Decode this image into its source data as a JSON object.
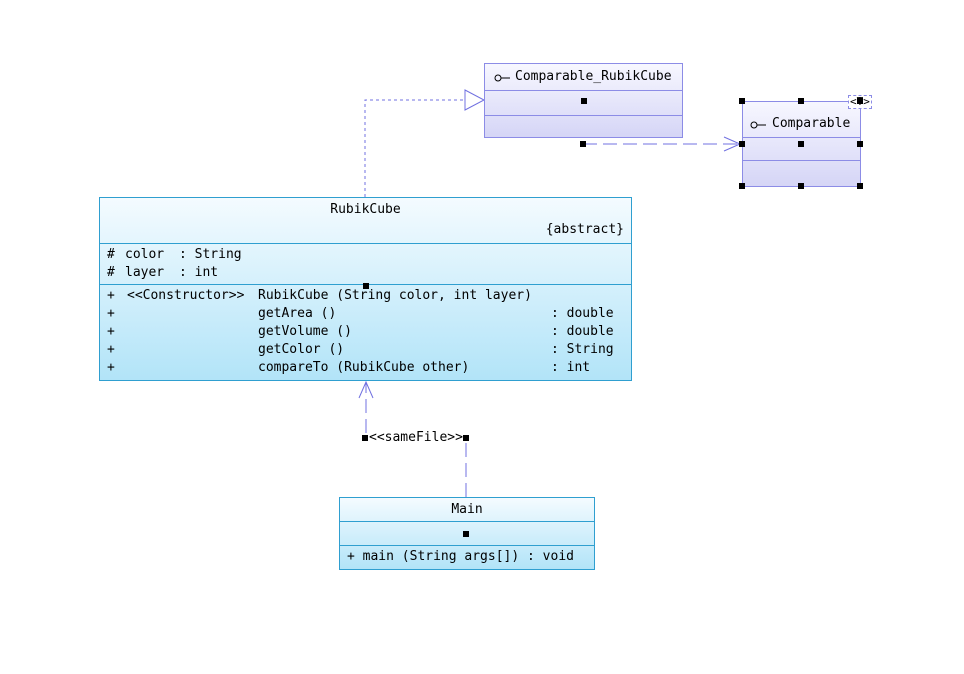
{
  "rubikcube": {
    "name": "RubikCube",
    "modifier": "{abstract}",
    "attributes": [
      {
        "vis": "#",
        "name": "color",
        "type": ": String"
      },
      {
        "vis": "#",
        "name": "layer",
        "type": ": int"
      }
    ],
    "operations": [
      {
        "vis": "+",
        "stereotype": "<<Constructor>>",
        "signature": "RubikCube (String color, int layer)",
        "ret": ""
      },
      {
        "vis": "+",
        "stereotype": "",
        "signature": "getArea ()",
        "ret": ": double"
      },
      {
        "vis": "+",
        "stereotype": "",
        "signature": "getVolume ()",
        "ret": ": double"
      },
      {
        "vis": "+",
        "stereotype": "",
        "signature": "getColor ()",
        "ret": ": String"
      },
      {
        "vis": "+",
        "stereotype": "",
        "signature": "compareTo (RubikCube other)",
        "ret": ": int"
      }
    ]
  },
  "comparable_rubikcube": {
    "name": "Comparable_RubikCube",
    "icon": "interface-lollipop-icon"
  },
  "comparable": {
    "name": "Comparable",
    "icon": "interface-lollipop-icon",
    "template_param": "<T>"
  },
  "main": {
    "name": "Main",
    "operations": [
      {
        "text": "+ main (String args[]) : void"
      }
    ]
  },
  "dependency": {
    "stereotype": "<<sameFile>>"
  },
  "colors": {
    "class_border": "#2f9fd0",
    "interface_border": "#8c8ce6",
    "connector": "#7070e0"
  }
}
